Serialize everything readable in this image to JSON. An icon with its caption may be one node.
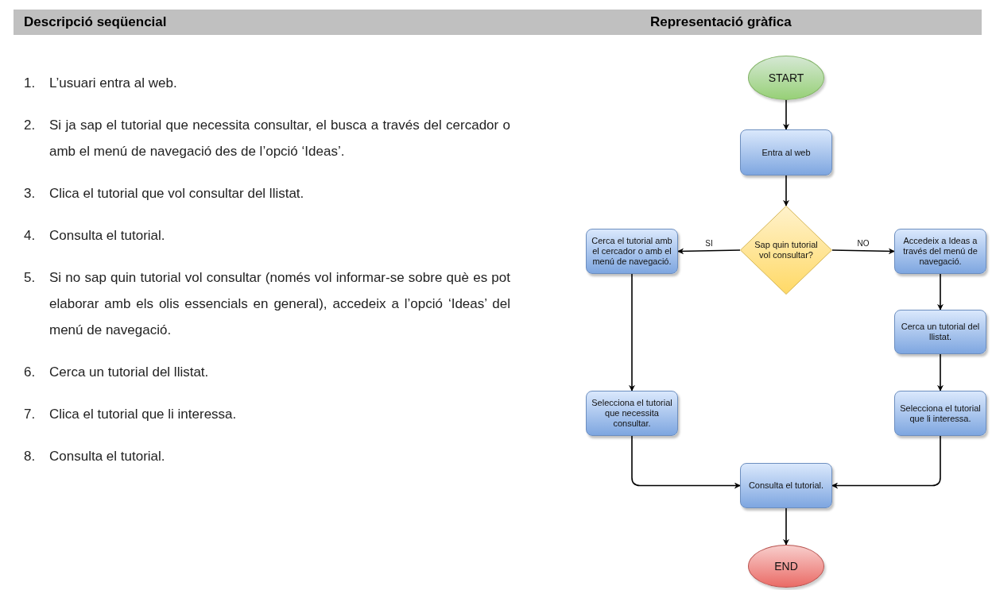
{
  "diagram": {
    "nodes": [
      {
        "text": [
          "START"
        ]
      },
      {
        "text": [
          "Entra al web"
        ]
      },
      {
        "text": [
          "Sap quin tutorial vol consultar?"
        ]
      },
      {
        "text": [
          "Cerca el tutorial amb el cercador o amb el menú de navegació."
        ]
      },
      {
        "text": [
          "Accedeix a Ideas a través del menú de navegació."
        ]
      },
      {
        "text": [
          "Cerca un tutorial del llistat."
        ]
      },
      {
        "text": [
          "Selecciona el tutorial que necessita consultar."
        ]
      },
      {
        "text": [
          "Selecciona el tutorial que li interessa."
        ]
      },
      {
        "text": [
          "Consulta el tutorial."
        ]
      },
      {
        "text": [
          "END"
        ]
      }
    ],
    "edges": [
      {
        "from": 0,
        "to": 1,
        "arrow": "to"
      },
      {
        "from": 1,
        "to": 2,
        "arrow": "to"
      },
      {
        "from": 2,
        "to": 3,
        "arrow": "to",
        "label": "SI"
      },
      {
        "from": 2,
        "to": 4,
        "arrow": "to",
        "label": "NO"
      },
      {
        "from": 4,
        "to": 5,
        "arrow": "to"
      },
      {
        "from": 5,
        "to": 7,
        "arrow": "to"
      },
      {
        "from": 3,
        "to": 6,
        "arrow": "to"
      },
      {
        "from": 6,
        "to": 8,
        "arrow": "to"
      },
      {
        "from": 7,
        "to": 8,
        "arrow": "to"
      },
      {
        "from": 8,
        "to": 9,
        "arrow": "to"
      }
    ],
    "labels": [
      "Descripció seqüencial",
      "Representació gràfica",
      "1.",
      "L’usuari entra al web.",
      "2.",
      "Si ja sap el tutorial que necessita consultar, el busca a través del cercador o amb el menú de navegació des de l’opció ‘Ideas’.",
      "3.",
      "Clica el tutorial que vol consultar del llistat.",
      "4.",
      "Consulta el tutorial.",
      "5.",
      "Si no sap quin tutorial vol consultar (només vol informar-se sobre què es pot elaborar amb els olis essencials en general), accedeix a l’opció ‘Ideas’ del menú de navegació.",
      "6.",
      "Cerca un tutorial del llistat.",
      "7.",
      "Clica el tutorial que li interessa.",
      "8.",
      "Consulta el tutorial."
    ]
  }
}
